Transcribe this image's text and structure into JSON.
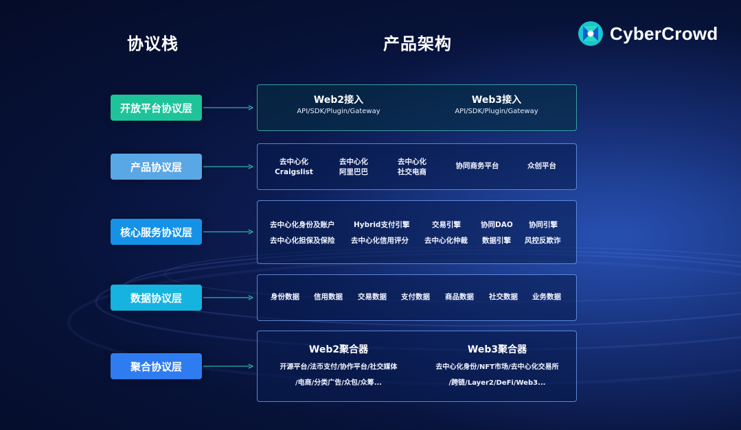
{
  "headers": {
    "left": "协议栈",
    "right": "产品架构"
  },
  "logo": {
    "text": "CyberCrowd",
    "icon": "cybercrowd-logo-icon"
  },
  "colors": {
    "open": "#1fc39a",
    "product": "#5aa7e6",
    "core": "#1592e8",
    "data": "#16b3e1",
    "agg": "#2f7cf0"
  },
  "layers": [
    {
      "label": "开放平台协议层"
    },
    {
      "label": "产品协议层"
    },
    {
      "label": "核心服务协议层"
    },
    {
      "label": "数据协议层"
    },
    {
      "label": "聚合协议层"
    }
  ],
  "open_platform": [
    {
      "title": "Web2接入",
      "sub": "API/SDK/Plugin/Gateway"
    },
    {
      "title": "Web3接入",
      "sub": "API/SDK/Plugin/Gateway"
    }
  ],
  "product": [
    {
      "line1": "去中心化",
      "line2": "Craigslist"
    },
    {
      "line1": "去中心化",
      "line2": "阿里巴巴"
    },
    {
      "line1": "去中心化",
      "line2": "社交电商"
    },
    {
      "line1": "协同商务平台"
    },
    {
      "line1": "众创平台"
    }
  ],
  "core": {
    "row1": [
      "去中心化身份及账户",
      "Hybrid支付引擎",
      "交易引擎",
      "协同DAO",
      "协同引擎"
    ],
    "row2": [
      "去中心化担保及保险",
      "去中心化信用评分",
      "去中心化仲裁",
      "数据引擎",
      "风控反欺诈"
    ]
  },
  "data": [
    "身份数据",
    "信用数据",
    "交易数据",
    "支付数据",
    "商品数据",
    "社交数据",
    "业务数据"
  ],
  "aggregation": [
    {
      "title": "Web2聚合器",
      "line1": "开源平台/法币支付/协作平台/社交媒体",
      "line2": "/电商/分类广告/众包/众筹..."
    },
    {
      "title": "Web3聚合器",
      "line1": "去中心化身份/NFT市场/去中心化交易所",
      "line2": "/跨链/Layer2/DeFi/Web3..."
    }
  ]
}
